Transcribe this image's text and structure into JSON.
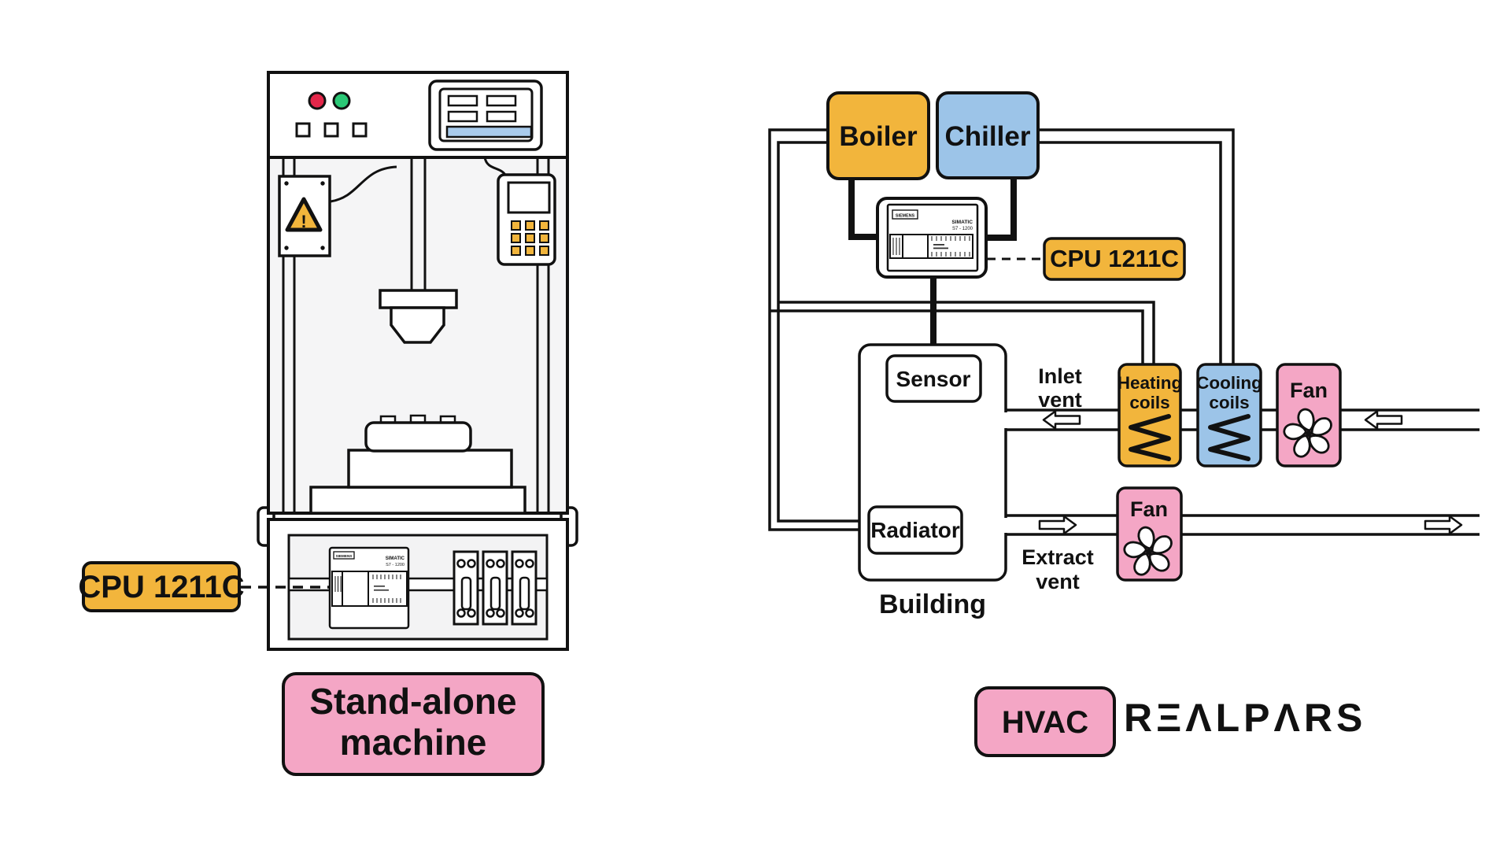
{
  "left_panel": {
    "cpu_label": "CPU 1211C",
    "caption": {
      "line1": "Stand-alone",
      "line2": "machine"
    },
    "plc": {
      "brand": "SIEMENS",
      "series": "SIMATIC",
      "model": "S7 - 1200"
    },
    "warning_mark": "!"
  },
  "right_panel": {
    "boiler": "Boiler",
    "chiller": "Chiller",
    "cpu_label": "CPU 1211C",
    "plc": {
      "brand": "SIEMENS",
      "series": "SIMATIC",
      "model": "S7 - 1200"
    },
    "sensor": "Sensor",
    "radiator": "Radiator",
    "building": "Building",
    "inlet_vent": {
      "line1": "Inlet",
      "line2": "vent"
    },
    "extract_vent": {
      "line1": "Extract",
      "line2": "vent"
    },
    "heating_coils": {
      "line1": "Heating",
      "line2": "coils"
    },
    "cooling_coils": {
      "line1": "Cooling",
      "line2": "coils"
    },
    "fan_supply": "Fan",
    "fan_extract": "Fan",
    "title": "HVAC"
  },
  "branding": {
    "logo": "RΞΛLPΛRS"
  },
  "colors": {
    "yellow": "#F2B53C",
    "blue": "#9CC4E8",
    "pink": "#F4A6C5",
    "ink": "#111111",
    "logo_gray": "#9E9E9E",
    "indicator_red": "#E3274A",
    "indicator_green": "#2BC876",
    "screen_blue": "#A9CBEC",
    "machine_gray": "#F5F5F6"
  }
}
